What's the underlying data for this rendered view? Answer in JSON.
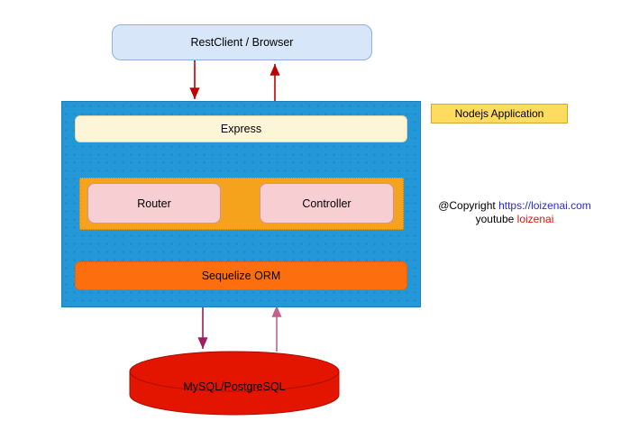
{
  "diagram": {
    "client": {
      "label": "RestClient / Browser"
    },
    "app": {
      "tag_label": "Nodejs Application",
      "express_label": "Express",
      "router_label": "Router",
      "controller_label": "Controller",
      "orm_label": "Sequelize ORM"
    },
    "database": {
      "label": "MySQL/PostgreSQL"
    },
    "copyright": {
      "prefix": "@Copyright ",
      "url": "https://loizenai.com",
      "youtube_label": "youtube ",
      "channel": "loizenai"
    },
    "colors": {
      "client_fill": "#d7e6f8",
      "client_border": "#8fb0d9",
      "app_container_fill": "#2397d8",
      "express_fill": "#fdf5d8",
      "mvc_container_fill": "#f5a31d",
      "router_controller_fill": "#f7ced2",
      "orm_fill": "#fd6e0e",
      "tag_fill": "#ffdc5f",
      "database_fill": "#e31400",
      "arrow_red": "#c00000",
      "arrow_crimson_down": "#8e1a52",
      "arrow_crimson_up": "#a01c5e",
      "arrow_pink_up": "#c4608c",
      "dashed_arrow": "#000000",
      "link_blue": "#2b2bd0",
      "channel_red": "#e3120b"
    }
  }
}
